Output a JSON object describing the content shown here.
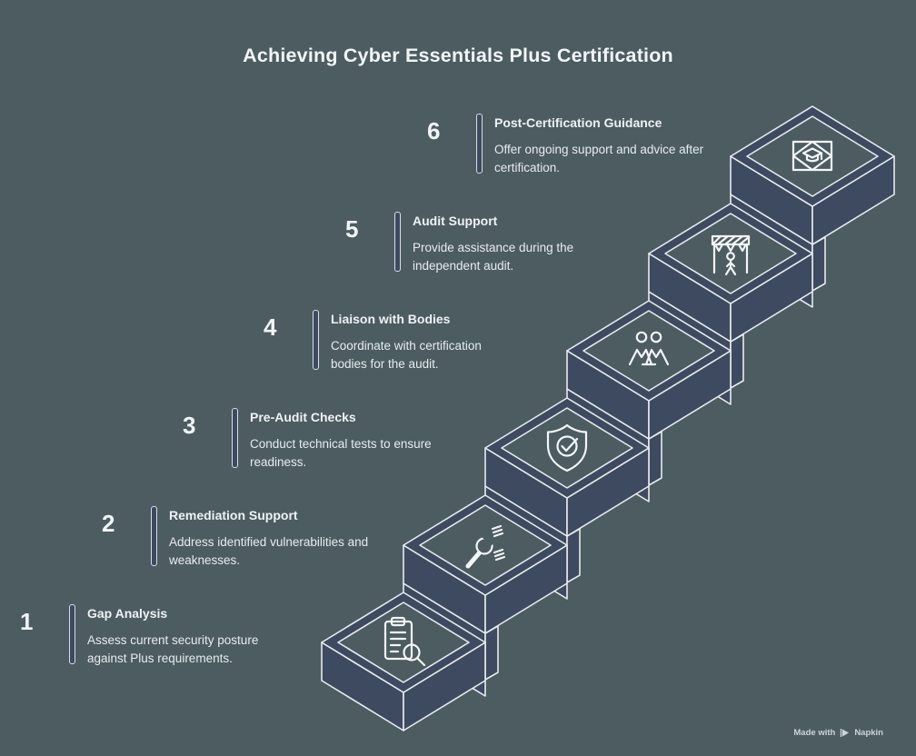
{
  "title": "Achieving Cyber Essentials Plus Certification",
  "colors": {
    "background": "#4c5c61",
    "block_fill": "#3d4a5f",
    "outline": "#e7ebf0",
    "text": "#eff2f5"
  },
  "steps": [
    {
      "number": "1",
      "title": "Gap Analysis",
      "description": "Assess current security posture against Plus requirements.",
      "icon": "clipboard-search-icon"
    },
    {
      "number": "2",
      "title": "Remediation Support",
      "description": "Address identified vulnerabilities and weaknesses.",
      "icon": "wrench-screws-icon"
    },
    {
      "number": "3",
      "title": "Pre-Audit Checks",
      "description": "Conduct technical tests to ensure readiness.",
      "icon": "shield-check-icon"
    },
    {
      "number": "4",
      "title": "Liaison with Bodies",
      "description": "Coordinate with certification bodies for the audit.",
      "icon": "people-icon"
    },
    {
      "number": "5",
      "title": "Audit Support",
      "description": "Provide assistance during the independent audit.",
      "icon": "booth-person-icon"
    },
    {
      "number": "6",
      "title": "Post-Certification Guidance",
      "description": "Offer ongoing support and advice after certification.",
      "icon": "graduation-cap-icon"
    }
  ],
  "watermark": {
    "prefix": "Made with",
    "brand": "Napkin"
  }
}
